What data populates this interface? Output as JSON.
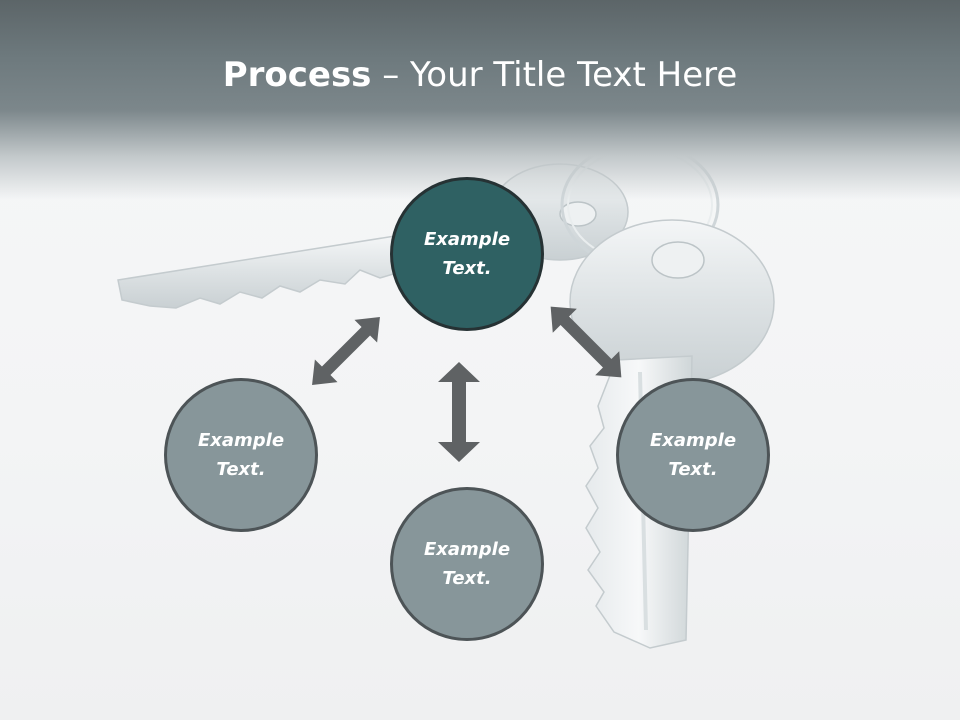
{
  "slide": {
    "title_bold": "Process",
    "title_rest": " – Your Title Text Here"
  },
  "nodes": {
    "top": "Example Text.",
    "left": "Example Text.",
    "bottom": "Example Text.",
    "right": "Example Text."
  },
  "colors": {
    "header": "#6d797d",
    "main_node": "#2f6163",
    "sub_node": "#87969a",
    "arrow": "#5f6264"
  },
  "icons": {
    "background": "keys-icon",
    "connectors": "double-arrow-icon"
  }
}
